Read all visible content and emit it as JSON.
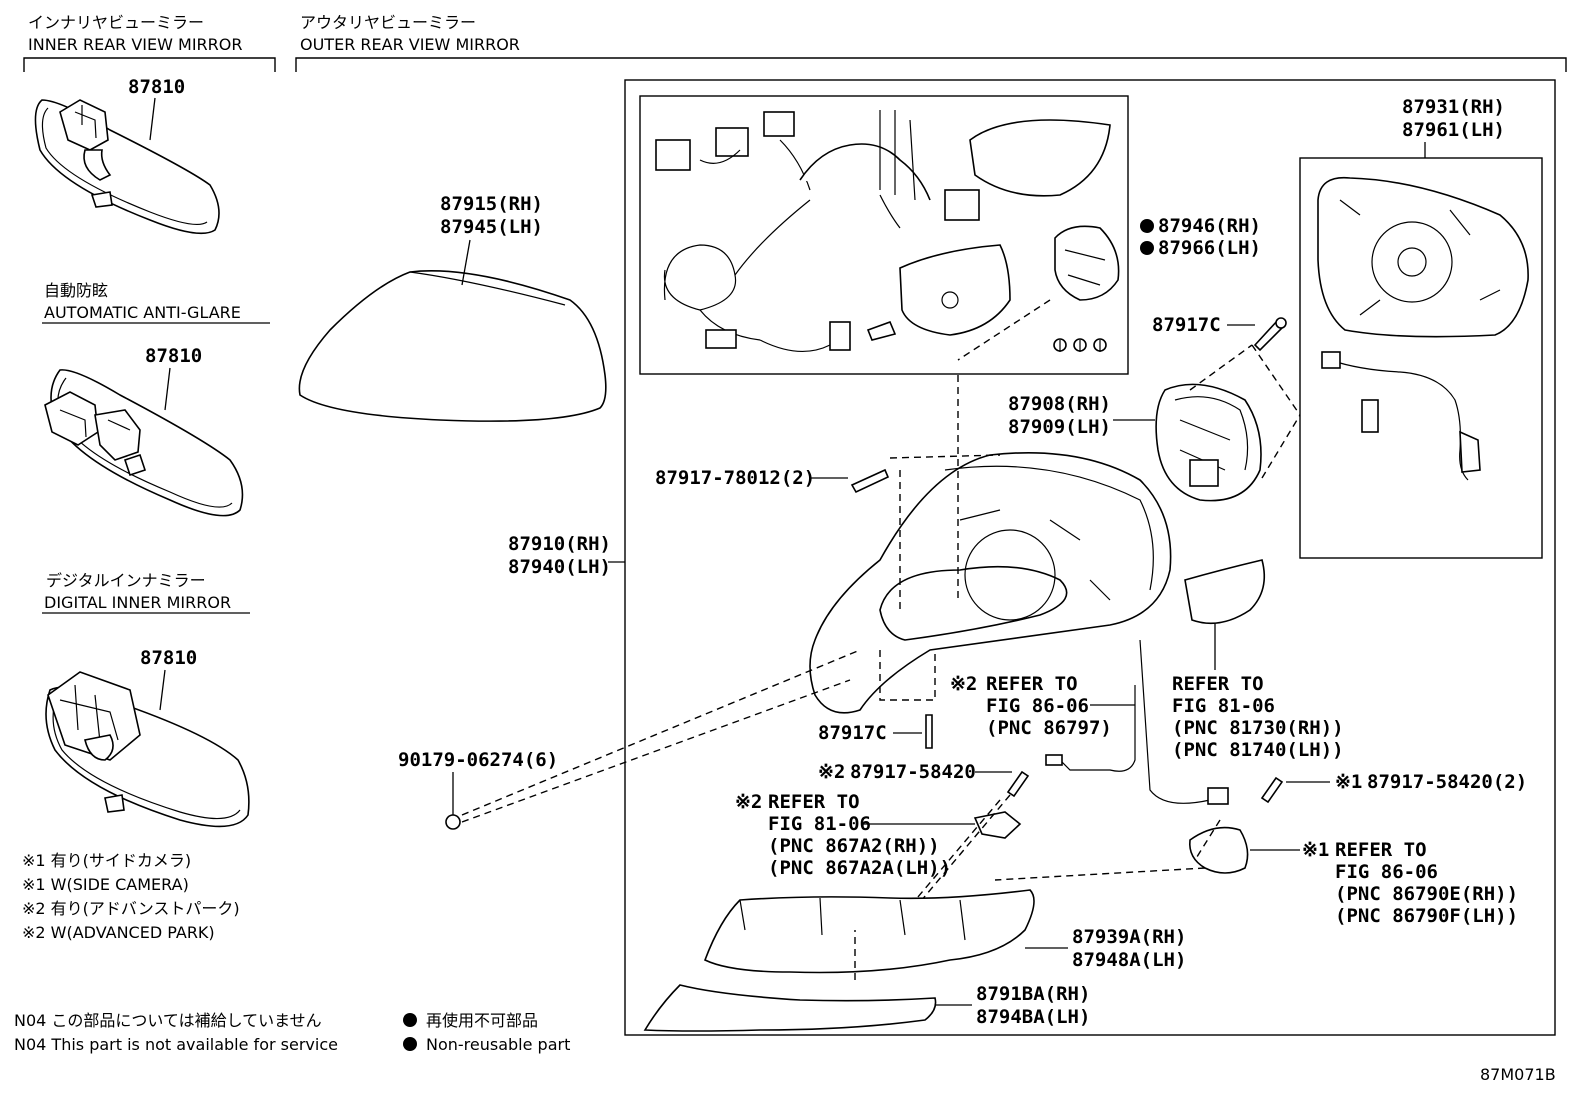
{
  "sections": {
    "inner": {
      "jp": "インナリヤビューミラー",
      "en": "INNER REAR VIEW MIRROR"
    },
    "outer": {
      "jp": "アウタリヤビューミラー",
      "en": "OUTER REAR VIEW MIRROR"
    },
    "anti_glare": {
      "jp": "自動防眩",
      "en": "AUTOMATIC ANTI-GLARE"
    },
    "digital": {
      "jp": "デジタルインナミラー",
      "en": "DIGITAL INNER MIRROR"
    }
  },
  "parts": {
    "inner_1": "87810",
    "inner_2": "87810",
    "inner_3": "87810",
    "cover_rh": "87915(RH)",
    "cover_lh": "87945(LH)",
    "assy_rh": "87910(RH)",
    "assy_lh": "87940(LH)",
    "screw_2": "87917-78012(2)",
    "clip_6": "90179-06274(6)",
    "motor_rh": "87946(RH)",
    "motor_lh": "87966(LH)",
    "screw_c1": "87917C",
    "screw_c2": "87917C",
    "actuator_rh": "87908(RH)",
    "actuator_lh": "87909(LH)",
    "glass_rh": "87931(RH)",
    "glass_lh": "87961(LH)",
    "screw_58420_a": "87917-58420",
    "screw_58420_b": "87917-58420(2)",
    "lower_rh": "87939A(RH)",
    "lower_lh": "87948A(LH)",
    "garnish_rh": "8791BA(RH)",
    "garnish_lh": "8794BA(LH)"
  },
  "refs": {
    "ref_a": {
      "mark": "※2",
      "l1": "REFER TO",
      "l2": "FIG 86-06",
      "l3": "(PNC 86797)"
    },
    "ref_b": {
      "l1": "REFER TO",
      "l2": "FIG 81-06",
      "l3": "(PNC 81730(RH))",
      "l4": "(PNC 81740(LH))"
    },
    "ref_c": {
      "mark": "※2",
      "l1": "REFER TO",
      "l2": "FIG 81-06",
      "l3": "(PNC 867A2(RH))",
      "l4": "(PNC 867A2A(LH))"
    },
    "ref_d": {
      "mark": "※1",
      "l1": "REFER TO",
      "l2": "FIG 86-06",
      "l3": "(PNC 86790E(RH))",
      "l4": "(PNC 86790F(LH))"
    },
    "mark_screw_a": "※2",
    "mark_screw_b": "※1"
  },
  "notes": {
    "n1": "※1 有り(サイドカメラ)",
    "n2": "※1 W(SIDE CAMERA)",
    "n3": "※2 有り(アドバンストパーク)",
    "n4": "※2 W(ADVANCED PARK)",
    "n04_jp": "N04 この部品については補給していません",
    "n04_en": "N04 This part is not available for service",
    "nonreuse_jp": "再使用不可部品",
    "nonreuse_en": "Non-reusable part",
    "code": "87M071B"
  }
}
